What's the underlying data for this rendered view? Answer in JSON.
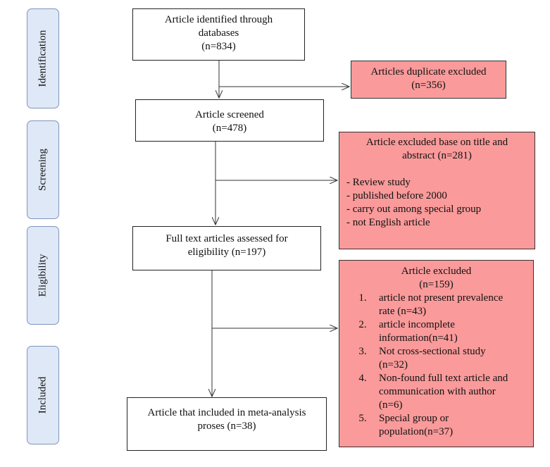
{
  "stages": {
    "identification": "Identification",
    "screening": "Screening",
    "eligibility": "Eligibility",
    "included": "Included"
  },
  "boxes": {
    "identified": {
      "line1": "Article identified through",
      "line2": "databases",
      "line3": "(n=834)"
    },
    "duplicates": {
      "line1": "Articles duplicate excluded",
      "line2": "(n=356)"
    },
    "screened": {
      "line1": "Article screened",
      "line2": "(n=478)"
    },
    "title_abstract": {
      "line1": "Article excluded base on title and",
      "line2": "abstract (n=281)",
      "items": [
        "- Review study",
        "- published before 2000",
        "- carry out among special group",
        "- not English article"
      ]
    },
    "full_text": {
      "line1": "Full text articles assessed for",
      "line2": "eligibility (n=197)"
    },
    "excluded": {
      "line1": "Article excluded",
      "line2": "(n=159)",
      "items": [
        {
          "num": "1.",
          "lines": [
            "article not present prevalence",
            "rate (n=43)"
          ]
        },
        {
          "num": "2.",
          "lines": [
            "article incomplete",
            "information(n=41)"
          ]
        },
        {
          "num": "3.",
          "lines": [
            "Not cross-sectional study",
            "(n=32)"
          ]
        },
        {
          "num": "4.",
          "lines": [
            "Non-found full text article and",
            "communication with author",
            "(n=6)"
          ]
        },
        {
          "num": "5.",
          "lines": [
            "Special group or",
            "population(n=37)"
          ]
        }
      ]
    },
    "included": {
      "line1": "Article that included in meta-analysis",
      "line2": "proses (n=38)"
    }
  },
  "colors": {
    "exclusion_fill": "#fa9a9a",
    "stage_fill": "#dfe8f6",
    "stage_border": "#7f95bd"
  }
}
